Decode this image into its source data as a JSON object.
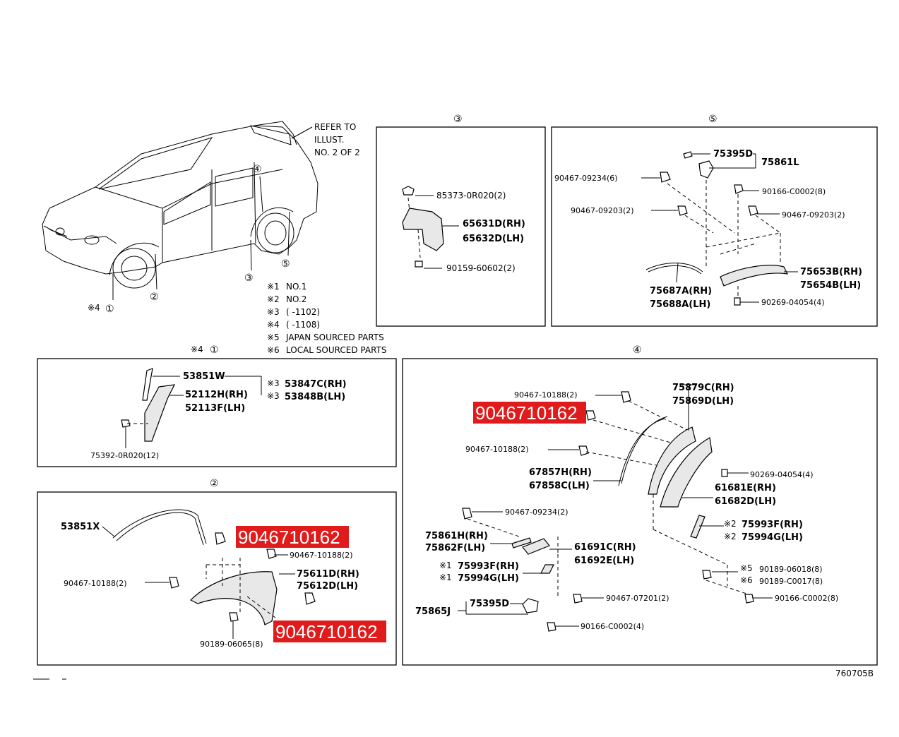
{
  "car_view": {
    "refer_note": [
      "REFER TO",
      "ILLUST.",
      "NO. 2 OF 2"
    ],
    "legend": [
      {
        "mark": "※1",
        "text": "NO.1"
      },
      {
        "mark": "※2",
        "text": "NO.2"
      },
      {
        "mark": "※3",
        "text": "(       -1102)"
      },
      {
        "mark": "※4",
        "text": "(       -1108)"
      },
      {
        "mark": "※5",
        "text": "JAPAN SOURCED PARTS"
      },
      {
        "mark": "※6",
        "text": "LOCAL SOURCED PARTS"
      }
    ],
    "callout_1": "①",
    "callout_1_mark": "※4",
    "callout_2": "②",
    "callout_3": "③",
    "callout_4": "④",
    "callout_5": "⑤"
  },
  "panel3": {
    "title": "③",
    "parts": [
      "85373-0R020(2)",
      "65631D(RH)",
      "65632D(LH)",
      "90159-60602(2)"
    ]
  },
  "panel5": {
    "title": "⑤",
    "parts": [
      "75395D",
      "75861L",
      "90467-09234(6)",
      "90166-C0002(8)",
      "90467-09203(2)",
      "90467-09203(2)",
      "75653B(RH)",
      "75654B(LH)",
      "75687A(RH)",
      "75688A(LH)",
      "90269-04054(4)"
    ]
  },
  "panel1": {
    "title_mark": "※4",
    "title": "①",
    "parts": [
      "53851W",
      "52112H(RH)",
      "52113F(LH)",
      "75392-0R020(12)"
    ],
    "notes": [
      {
        "mark": "※3",
        "text": "53847C(RH)"
      },
      {
        "mark": "※3",
        "text": "53848B(LH)"
      }
    ]
  },
  "panel2": {
    "title": "②",
    "parts": [
      "53851X",
      "90467-10188(2)",
      "90467-10188(2)",
      "75611D(RH)",
      "75612D(LH)",
      "90189-06065(8)"
    ]
  },
  "panel4": {
    "title": "④",
    "parts": [
      "90467-10188(2)",
      "75879C(RH)",
      "75869D(LH)",
      "90467-10188(2)",
      "67857H(RH)",
      "67858C(LH)",
      "90269-04054(4)",
      "61681E(RH)",
      "61682D(LH)",
      "90467-09234(2)",
      "75861H(RH)",
      "75862F(LH)",
      "61691C(RH)",
      "61692E(LH)",
      "75865J",
      "75395D",
      "90467-07201(2)",
      "90166-C0002(4)",
      "90166-C0002(8)"
    ],
    "marked": [
      {
        "mark": "※2",
        "text": "75993F(RH)"
      },
      {
        "mark": "※2",
        "text": "75994G(LH)"
      },
      {
        "mark": "※1",
        "text": "75993F(RH)"
      },
      {
        "mark": "※1",
        "text": "75994G(LH)"
      },
      {
        "mark": "※5",
        "text": "90189-06018(8)"
      },
      {
        "mark": "※6",
        "text": "90189-C0017(8)"
      }
    ]
  },
  "highlights": [
    "9046710162",
    "9046710162",
    "9046710162"
  ],
  "colors": {
    "highlight": "#e01b1b"
  },
  "footer": {
    "code": "760705B"
  }
}
